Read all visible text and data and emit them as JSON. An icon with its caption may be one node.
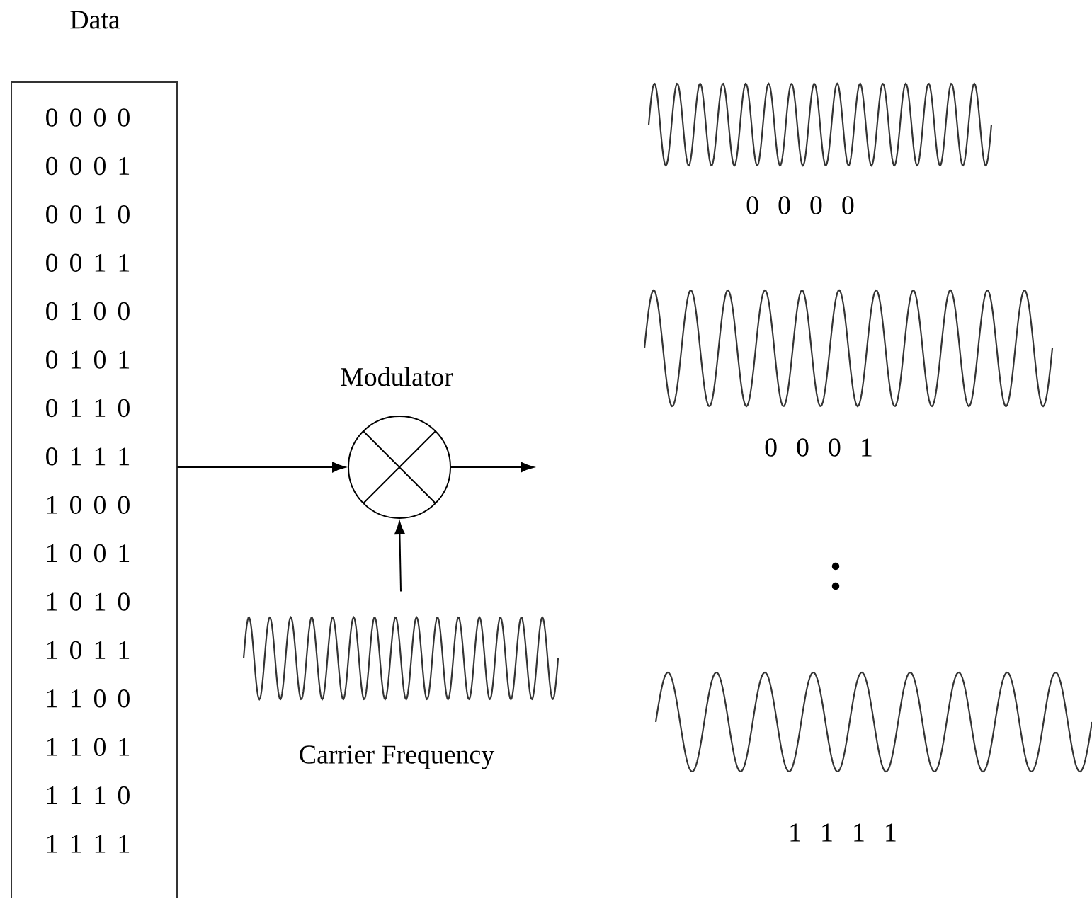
{
  "diagram": {
    "nodes": [
      {
        "text": [
          "Data",
          "0 0 0 0",
          "0 0 0 1",
          "0 0 1 0",
          "0 0 1 1",
          "0 1 0 0",
          "0 1 0 1",
          "0 1 1 0",
          "0 1 1 1",
          "1 0 0 0",
          "1 0 0 1",
          "1 0 1 0",
          "1 0 1 1",
          "1 1 0 0",
          "1 1 0 1",
          "1 1 1 0",
          "1 1 1 1"
        ]
      },
      {
        "text": [
          "Modulator"
        ]
      },
      {
        "text": [
          "Carrier Frequency"
        ]
      }
    ],
    "edges": [
      {
        "from": 0,
        "to": 1,
        "arrow": "to"
      },
      {
        "from": 2,
        "to": 1,
        "arrow": "to"
      },
      {
        "from": 1,
        "to": null,
        "arrow": "to"
      }
    ],
    "labels": [
      "0 0 0 0",
      "0 0 0 1",
      "1 1 1 1"
    ]
  }
}
